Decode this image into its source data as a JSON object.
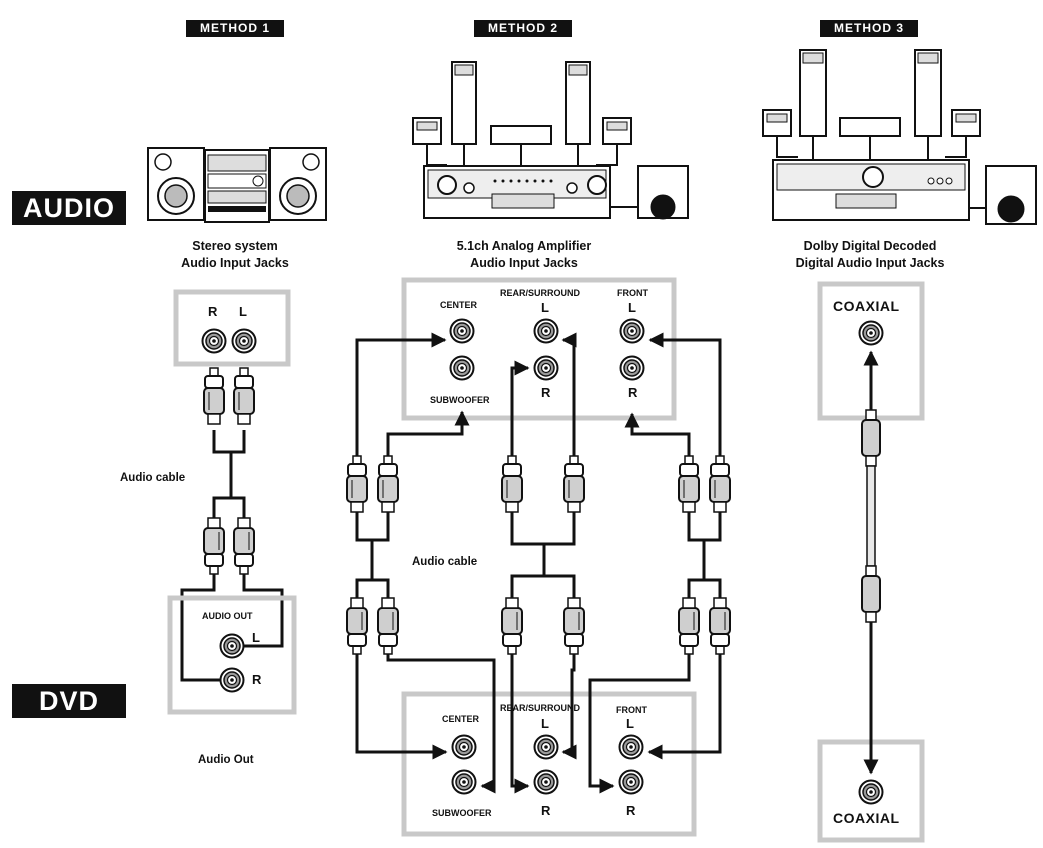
{
  "methods": {
    "m1": "METHOD 1",
    "m2": "METHOD 2",
    "m3": "METHOD 3"
  },
  "sides": {
    "audio": "AUDIO",
    "dvd": "DVD"
  },
  "method1": {
    "caption_line1": "Stereo system",
    "caption_line2": "Audio Input Jacks",
    "input_r": "R",
    "input_l": "L",
    "cable_label": "Audio cable",
    "out_title": "AUDIO OUT",
    "out_l": "L",
    "out_r": "R",
    "bottom_caption": "Audio Out"
  },
  "method2": {
    "caption_line1": "5.1ch Analog Amplifier",
    "caption_line2": "Audio Input Jacks",
    "center": "CENTER",
    "subwoofer": "SUBWOOFER",
    "rear_surround": "REAR/SURROUND",
    "front": "FRONT",
    "l": "L",
    "r": "R",
    "cable_label": "Audio cable"
  },
  "method3": {
    "caption_line1": "Dolby Digital Decoded",
    "caption_line2": "Digital Audio Input Jacks",
    "coaxial": "COAXIAL"
  }
}
